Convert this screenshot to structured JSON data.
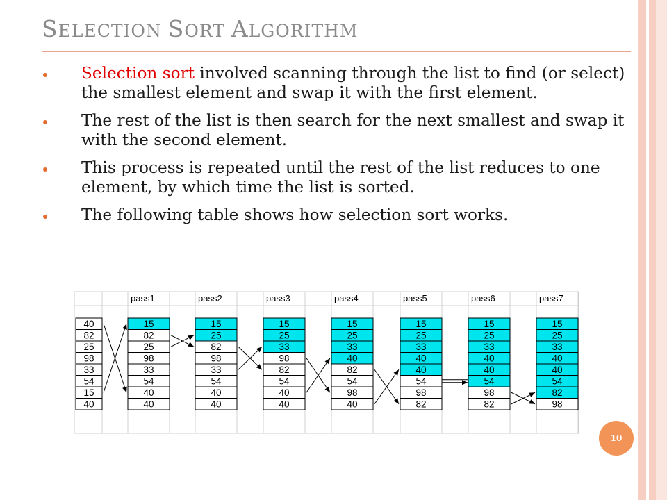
{
  "slide": {
    "title_parts": [
      {
        "text": "S",
        "size": "big"
      },
      {
        "text": "election ",
        "size": "small"
      },
      {
        "text": "S",
        "size": "big"
      },
      {
        "text": "ort ",
        "size": "small"
      },
      {
        "text": "A",
        "size": "big"
      },
      {
        "text": "lgorithm",
        "size": "small"
      }
    ],
    "bullets": [
      {
        "highlight": "Selection sort",
        "text": " involved scanning through the list to find (or select) the smallest element and swap it with the first element."
      },
      {
        "highlight": "",
        "text": "The rest of the list is then search for the next smallest and swap it with the second element."
      },
      {
        "highlight": "",
        "text": "This process is repeated until the rest of the list reduces to one element, by which time the list is sorted."
      },
      {
        "highlight": "",
        "text": "The following table shows how selection sort works."
      }
    ],
    "page_number": "10",
    "colors": {
      "title": "#8a8a8a",
      "highlight": "#e00000",
      "bullet_dot": "#e46c2e",
      "sorted_cell": "#00e5ee",
      "page_badge": "#f29457"
    }
  },
  "table": {
    "headers": [
      "",
      "pass1",
      "pass2",
      "pass3",
      "pass4",
      "pass5",
      "pass6",
      "pass7"
    ],
    "columns": [
      {
        "values": [
          "40",
          "82",
          "25",
          "98",
          "33",
          "54",
          "15",
          "40"
        ],
        "sorted": 0
      },
      {
        "values": [
          "15",
          "82",
          "25",
          "98",
          "33",
          "54",
          "40",
          "40"
        ],
        "sorted": 1
      },
      {
        "values": [
          "15",
          "25",
          "82",
          "98",
          "33",
          "54",
          "40",
          "40"
        ],
        "sorted": 2
      },
      {
        "values": [
          "15",
          "25",
          "33",
          "98",
          "82",
          "54",
          "40",
          "40"
        ],
        "sorted": 3
      },
      {
        "values": [
          "15",
          "25",
          "33",
          "40",
          "82",
          "54",
          "98",
          "40"
        ],
        "sorted": 4
      },
      {
        "values": [
          "15",
          "25",
          "33",
          "40",
          "40",
          "54",
          "98",
          "82"
        ],
        "sorted": 5
      },
      {
        "values": [
          "15",
          "25",
          "33",
          "40",
          "40",
          "54",
          "98",
          "82"
        ],
        "sorted": 6
      },
      {
        "values": [
          "15",
          "25",
          "33",
          "40",
          "40",
          "54",
          "82",
          "98"
        ],
        "sorted": 7
      }
    ],
    "swaps": [
      {
        "from": 0,
        "rows": [
          0,
          6
        ]
      },
      {
        "from": 1,
        "rows": [
          1,
          2
        ]
      },
      {
        "from": 2,
        "rows": [
          2,
          4
        ]
      },
      {
        "from": 3,
        "rows": [
          3,
          6
        ]
      },
      {
        "from": 4,
        "rows": [
          4,
          7
        ]
      },
      {
        "from": 5,
        "rows": [
          5,
          5
        ]
      },
      {
        "from": 6,
        "rows": [
          6,
          7
        ]
      }
    ]
  }
}
